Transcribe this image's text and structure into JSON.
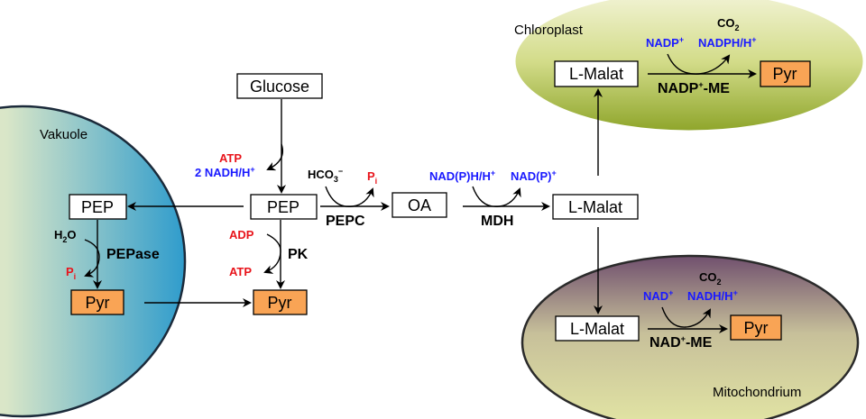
{
  "compartments": {
    "vacuole": "Vakuole",
    "chloroplast": "Chloroplast",
    "mitochondrion": "Mitochondrium"
  },
  "metabolites": {
    "glucose": "Glucose",
    "pep": "PEP",
    "pep_vacuole": "PEP",
    "pyr": "Pyr",
    "pyr_vacuole": "Pyr",
    "oa": "OA",
    "malat": "L-Malat",
    "malat_chloroplast": "L-Malat",
    "malat_mito": "L-Malat",
    "pyr_chloroplast": "Pyr",
    "pyr_mito": "Pyr"
  },
  "cofactors": {
    "glycolysis_atp": "ATP",
    "glycolysis_nadh": "2 NADH/H",
    "plus": "+",
    "hco3": "HCO",
    "hco3_sub": "3",
    "minus": "−",
    "pi": "P",
    "pi_sub": "i",
    "nadph_h": "NAD(P)H/H",
    "nadp": "NAD(P)",
    "adp": "ADP",
    "atp": "ATP",
    "h2o": "H",
    "h2o_sub": "2",
    "h2o_o": "O",
    "chl_nadp": "NADP",
    "chl_co2": "CO",
    "co2_sub": "2",
    "chl_nadph": "NADPH/H",
    "mito_nad": "NAD",
    "mito_co2": "CO",
    "mito_nadh": "NADH/H"
  },
  "enzymes": {
    "pepc": "PEPC",
    "mdh": "MDH",
    "pk": "PK",
    "pepase": "PEPase",
    "nadp_me_a": "NADP",
    "nadp_me_b": "-ME",
    "nad_me_a": "NAD",
    "nad_me_b": "-ME"
  },
  "colors": {
    "orange": "#f9a455",
    "red": "#e8141b",
    "blue": "#1a1aff"
  }
}
